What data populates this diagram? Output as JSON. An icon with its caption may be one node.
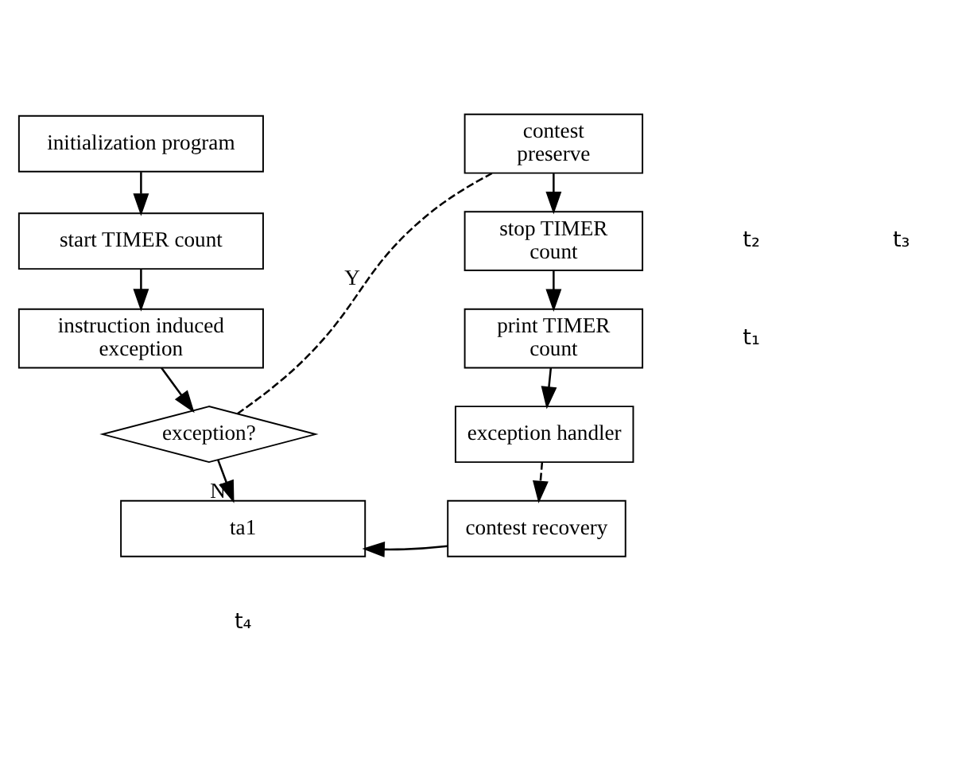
{
  "diagram": {
    "nodes": [
      {
        "text": [
          "initialization program"
        ]
      },
      {
        "text": [
          "start TIMER count"
        ]
      },
      {
        "text": [
          "instruction induced exception"
        ]
      },
      {
        "text": [
          "exception?"
        ]
      },
      {
        "text": [
          "ta1"
        ]
      },
      {
        "text": [
          "contest preserve"
        ]
      },
      {
        "text": [
          "stop TIMER count"
        ]
      },
      {
        "text": [
          "print TIMER count"
        ]
      },
      {
        "text": [
          "exception handler"
        ]
      },
      {
        "text": [
          "contest recovery"
        ]
      }
    ],
    "edges": [
      {
        "from": 0,
        "to": 1,
        "arrow": "to"
      },
      {
        "from": 1,
        "to": 2,
        "arrow": "to"
      },
      {
        "from": 2,
        "to": 3,
        "arrow": "to"
      },
      {
        "from": 3,
        "to": 4,
        "arrow": "to",
        "label": "N"
      },
      {
        "from": 3,
        "to": 5,
        "arrow": "none",
        "label": "Y",
        "style": "dashed"
      },
      {
        "from": 5,
        "to": 6,
        "arrow": "to"
      },
      {
        "from": 6,
        "to": 7,
        "arrow": "to"
      },
      {
        "from": 7,
        "to": 8,
        "arrow": "to"
      },
      {
        "from": 8,
        "to": 9,
        "arrow": "to",
        "style": "dashed"
      },
      {
        "from": 9,
        "to": 4,
        "arrow": "to"
      }
    ],
    "labels": [
      "t₂",
      "t₃",
      "t₁",
      "t₄"
    ]
  }
}
